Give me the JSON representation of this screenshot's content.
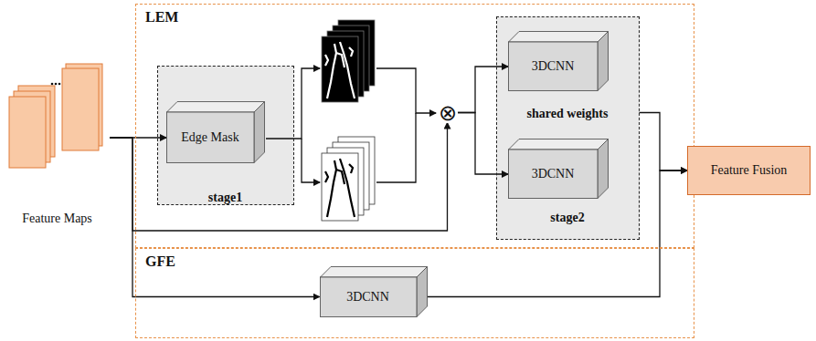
{
  "diagram": {
    "nodes": [
      {
        "text": [
          "Feature Maps"
        ]
      },
      {
        "text": [
          "LEM"
        ]
      },
      {
        "text": [
          "stage1"
        ],
        "in": 1
      },
      {
        "text": [
          "Edge Mask"
        ],
        "in": 2
      },
      {
        "text": [
          "⊗"
        ],
        "in": 1
      },
      {
        "text": [
          "shared weights",
          "stage2"
        ],
        "in": 1
      },
      {
        "text": [
          "3DCNN"
        ],
        "in": 5
      },
      {
        "text": [
          "3DCNN"
        ],
        "in": 5
      },
      {
        "text": [
          "GFE"
        ]
      },
      {
        "text": [
          "3DCNN"
        ],
        "in": 8
      },
      {
        "text": [
          "Feature Fusion"
        ]
      }
    ],
    "edges": [
      {
        "from": 0,
        "to": 3,
        "arrow": "to"
      },
      {
        "from": 0,
        "to": 4,
        "arrow": "to"
      },
      {
        "from": 0,
        "to": 9,
        "arrow": "to"
      },
      {
        "from": 4,
        "to": 6,
        "arrow": "to"
      },
      {
        "from": 4,
        "to": 7,
        "arrow": "to"
      },
      {
        "from": 5,
        "to": 10,
        "arrow": "to"
      },
      {
        "from": 9,
        "to": 10,
        "arrow": "to"
      }
    ]
  }
}
